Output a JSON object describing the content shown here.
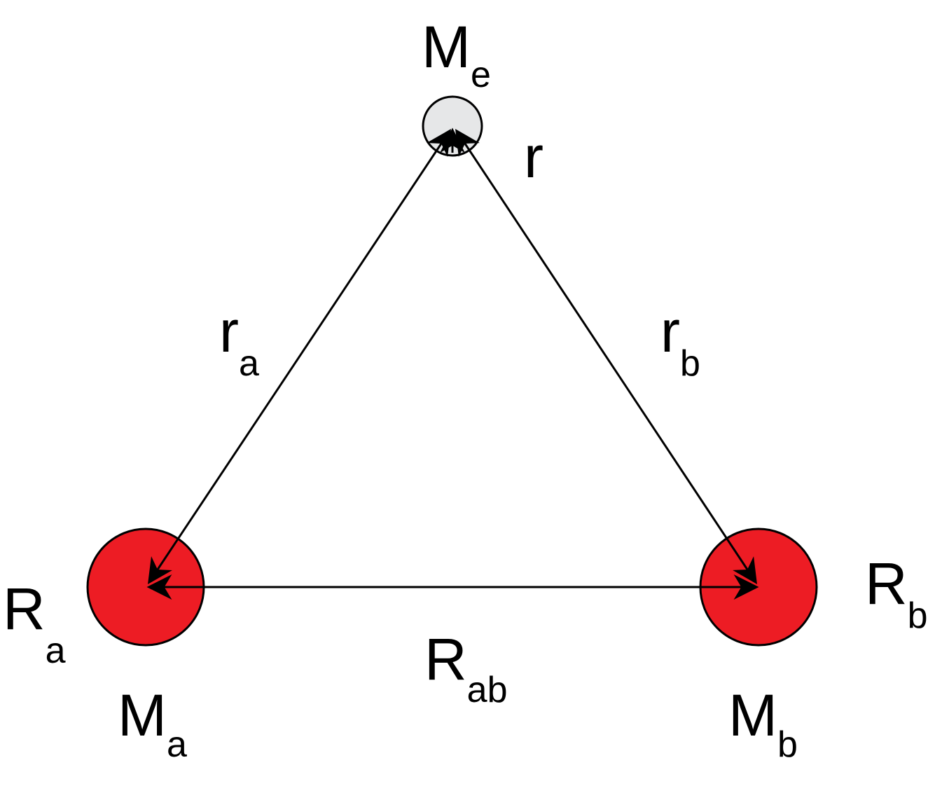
{
  "diagram": {
    "colors": {
      "stroke": "#000000",
      "body_fill": "#ed1c24",
      "electron_fill": "#e6e7e8",
      "background": "#ffffff"
    },
    "nodes": {
      "electron": {
        "main": "M",
        "sub": "e"
      },
      "mass_a": {
        "main": "M",
        "sub": "a"
      },
      "mass_b": {
        "main": "M",
        "sub": "b"
      }
    },
    "radii": {
      "radius_a": {
        "main": "R",
        "sub": "a"
      },
      "radius_b": {
        "main": "R",
        "sub": "b"
      },
      "radius_e": {
        "main": "r",
        "sub": ""
      }
    },
    "distances": {
      "r_a": {
        "main": "r",
        "sub": "a"
      },
      "r_b": {
        "main": "r",
        "sub": "b"
      },
      "R_ab": {
        "main": "R",
        "sub": "ab"
      }
    }
  }
}
